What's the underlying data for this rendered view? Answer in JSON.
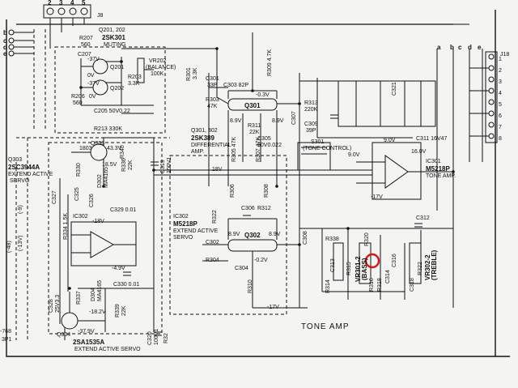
{
  "connectors": {
    "top_pins": [
      "2",
      "3",
      "4",
      "5"
    ],
    "top_name": "J8",
    "left_pins": [
      "b",
      "c",
      "d",
      "e"
    ],
    "right_letters": [
      "a",
      "b",
      "c",
      "d",
      "e"
    ],
    "right_name": "J18",
    "right_pins": [
      "1",
      "2",
      "3",
      "4",
      "5",
      "6",
      "7",
      "8"
    ]
  },
  "labels": {
    "q201_refs": "Q201, 202",
    "q201_part": "2SK301",
    "q201_func": "MUTING",
    "r207": "R207",
    "r207_val": "560",
    "c207": "C207",
    "vr202": "VR202",
    "vr202_desc": "(BALANCE)",
    "vr202_val": "100K",
    "r203": "R203",
    "r203_val": "3.3K",
    "r206": "R206",
    "r206_val": "560",
    "c205": "C205 50V0.22",
    "r213": "R213 330K",
    "q201": "Q201",
    "q202": "Q202",
    "v037": "-37V",
    "v0_a": "0V",
    "v0_b": "0V",
    "v037b": "-37V",
    "r301": "R301",
    "r301_val": "3.3K",
    "c301": "C301",
    "c301_val": "33P",
    "c303": "C303 82P",
    "r309": "R309 4.7K",
    "r303": "R303",
    "r303_val": "47K",
    "v03": "-0.3V",
    "q301": "Q301",
    "v89a": "8.9V",
    "v89b": "8.9V",
    "r311": "R311",
    "r311_val": "22K",
    "c305": "C305",
    "c305_val": "50V0.022",
    "q301_302": "Q301, 302",
    "q301_part": "2SK389",
    "q301_func1": "DIFFERENTIAL",
    "q301_func2": "AMP.",
    "r305": "R305 47K",
    "r307": "R307 47K",
    "r306": "R306",
    "r308": "R308",
    "ic302": "IC302",
    "ic302_part": "M5218P",
    "ic302_f1": "EXTEND ACTIVE",
    "ic302_f2": "SERVO",
    "r322": "R322",
    "c306": "C306",
    "r312": "R312",
    "q302": "Q302",
    "v89c": "8.9V",
    "v89d": "8.9V",
    "c302": "C302",
    "r304": "R304",
    "c304": "C304",
    "v02": "-0.2V",
    "r310": "R310",
    "v17": "-17V",
    "v18": "18V",
    "s301": "S301",
    "s301_desc": "(TONE CONTROL)",
    "c307": "C307",
    "r313": "R313",
    "r313_val": "220K",
    "c309": "C309",
    "c309_val": "39P",
    "c321": "C321",
    "c311": "C311 16V47",
    "v90a": "9.0V",
    "v90b": "9.0V",
    "v160": "16.0V",
    "ic301": "IC301",
    "ic301_part": "M5218P",
    "ic301_func": "TONE AMP.",
    "v177": "-17V",
    "c312": "C312",
    "r320": "R320",
    "r338": "R338",
    "c308": "C308",
    "c313": "C313",
    "r315": "R315",
    "vr301": "VR301-2",
    "bass": "(BASS)",
    "r314": "R314",
    "c314": "C314",
    "c316": "C316",
    "r316": "R316",
    "r318": "R318",
    "c318": "C318",
    "r322b": "R322",
    "vr302": "VR302-2",
    "treble": "(TREBLE)",
    "tone_amp": "TONE AMP",
    "q303": "Q303",
    "q303_part": "2SC3944A",
    "q303_f1": "EXTEND ACTIVE",
    "q303_f2": "SERVO",
    "d303": "1803",
    "v433": "43.3V",
    "v185": "18.5V",
    "r336": "R336",
    "r336_val": "22K",
    "r340": "R340",
    "c319": "C319",
    "c319_val": "100V1",
    "r330": "R330",
    "c325": "C325",
    "c326": "C326",
    "d302": "D302",
    "d302_part": "MA4165",
    "ic302b": "IC302",
    "c329": "C329 0.01",
    "v18b": "-18V",
    "v49": "-4.9V",
    "r334": "R334 1.5K",
    "c327": "C327",
    "c328": "C328",
    "c328_val": "25V3.3",
    "r337": "R337",
    "d304": "D304",
    "d304_part": "MA4165",
    "v182": "-18.2V",
    "c330": "C330 0.01",
    "r339": "R339",
    "r339_val": "22K",
    "q304": "Q304",
    "v379": "-37.9V",
    "q304_part": "2SA1535A",
    "q304_func": "EXTEND ACTIVE SERVO",
    "c320": "C320",
    "c320_val": "100V1",
    "r32": "R32",
    "left_768": "-768",
    "left_3p1": "3P1",
    "left_s148": "(-48)",
    "left_13v": "(-13V)",
    "left_s9": "(-9)"
  }
}
